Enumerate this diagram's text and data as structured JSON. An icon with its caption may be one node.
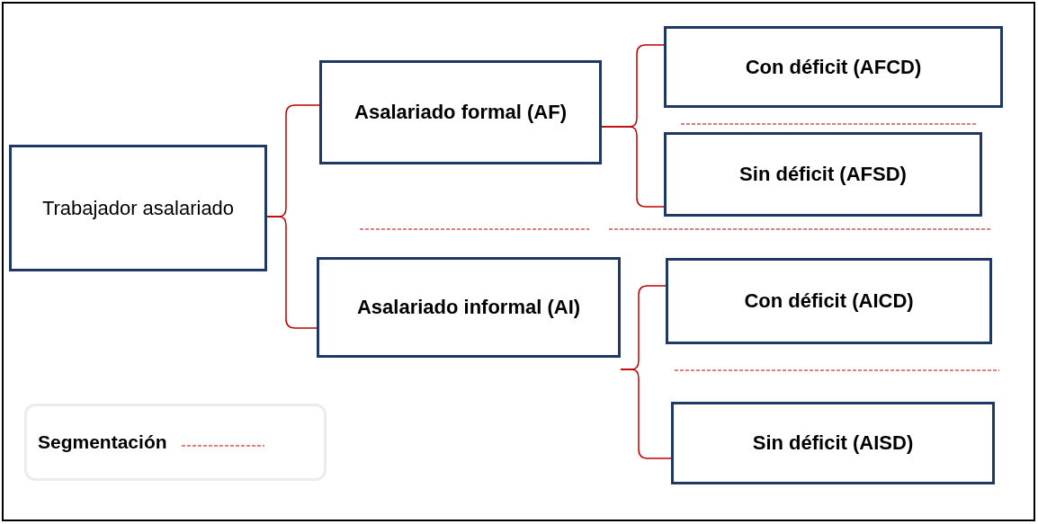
{
  "diagram": {
    "nodes": [
      {
        "text": [
          "Trabajador asalariado"
        ]
      },
      {
        "text": [
          "Asalariado formal (AF)"
        ]
      },
      {
        "text": [
          "Con déficit (AFCD)"
        ]
      },
      {
        "text": [
          "Sin déficit (AFSD)"
        ]
      },
      {
        "text": [
          "Asalariado informal (AI)"
        ]
      },
      {
        "text": [
          "Con déficit (AICD)"
        ]
      },
      {
        "text": [
          "Sin déficit (AISD)"
        ]
      }
    ],
    "edges": [
      {
        "from": 0,
        "to": 1,
        "arrow": "none"
      },
      {
        "from": 0,
        "to": 4,
        "arrow": "none"
      },
      {
        "from": 1,
        "to": 2,
        "arrow": "none"
      },
      {
        "from": 1,
        "to": 3,
        "arrow": "none"
      },
      {
        "from": 4,
        "to": 5,
        "arrow": "none"
      },
      {
        "from": 4,
        "to": 6,
        "arrow": "none"
      }
    ],
    "legend": [
      {
        "text": "Segmentación"
      }
    ]
  }
}
